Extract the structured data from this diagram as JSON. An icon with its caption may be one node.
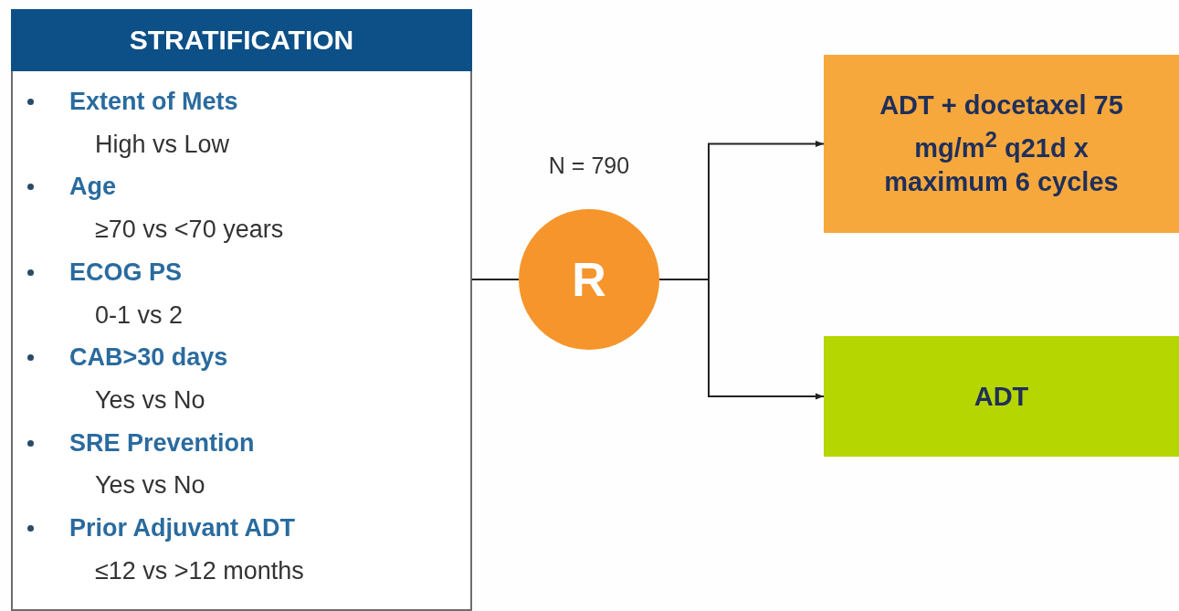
{
  "diagram": {
    "nodes": [
      {
        "text": [
          "STRATIFICATION",
          "Extent of Mets",
          "High vs Low",
          "Age",
          "≥70 vs <70 years",
          "ECOG PS",
          "0-1 vs 2",
          "CAB>30 days",
          "Yes vs No",
          "SRE Prevention",
          "Yes vs No",
          "Prior Adjuvant ADT",
          "≤12 vs >12 months"
        ]
      },
      {
        "text": [
          "R"
        ],
        "beside": [
          "N = 790"
        ]
      },
      {
        "text": [
          "ADT + docetaxel 75 mg/m$^{2}$ q21d x maximum 6 cycles"
        ]
      },
      {
        "text": [
          "ADT"
        ]
      }
    ],
    "edges": [
      {
        "from": 0,
        "to": 1,
        "arrow": "none"
      },
      {
        "from": 1,
        "to": 2,
        "arrow": "to"
      },
      {
        "from": 1,
        "to": 3,
        "arrow": "to"
      }
    ]
  }
}
